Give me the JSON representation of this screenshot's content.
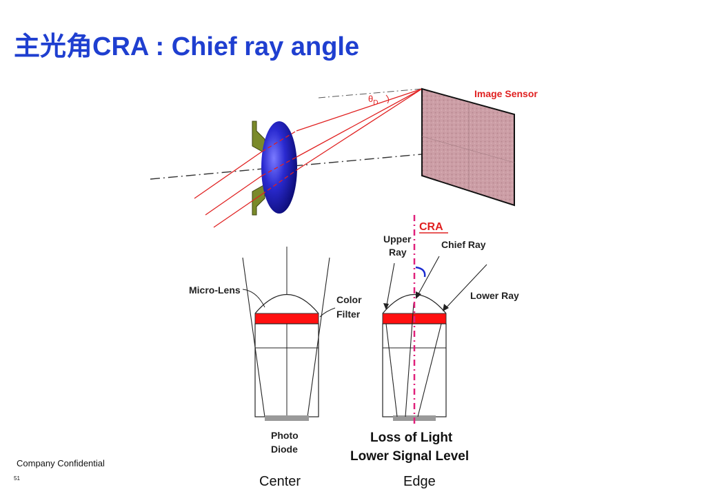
{
  "slide": {
    "title_cn": "主光角",
    "title_en": "CRA : Chief ray angle",
    "footer": "Company Confidential",
    "page_number": "51",
    "caption_center": "Center",
    "caption_edge": "Edge"
  },
  "diagram_labels": {
    "image_sensor": "Image Sensor",
    "theta": "θ",
    "theta_sub": "D",
    "cra": "CRA",
    "upper_ray_line1": "Upper",
    "upper_ray_line2": "Ray",
    "chief_ray": "Chief Ray",
    "lower_ray": "Lower Ray",
    "micro_lens": "Micro-Lens",
    "color_filter_line1": "Color",
    "color_filter_line2": "Filter",
    "photo_diode_line1": "Photo",
    "photo_diode_line2": "Diode",
    "loss_line1": "Loss of Light",
    "loss_line2": "Lower Signal Level"
  },
  "colors": {
    "title": "#1f3fd0",
    "ray": "#e02020",
    "color_filter": "#ff1010",
    "cra_axis": "#e0207a",
    "lens": "#1a1aa0",
    "sensor": "#c89aa0"
  }
}
